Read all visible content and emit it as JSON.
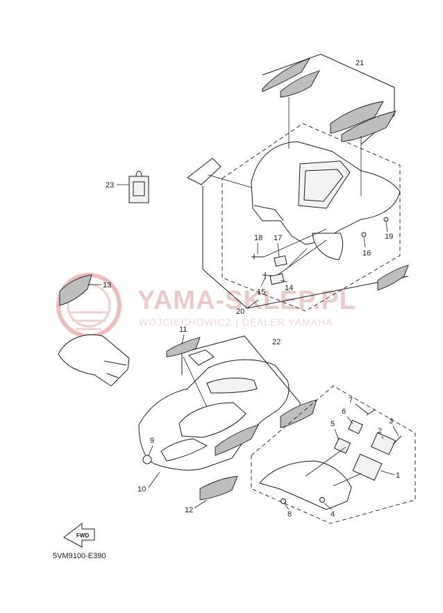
{
  "diagram": {
    "code": "5VM9100-E390",
    "fwd_label": "FWD",
    "callouts": {
      "p1": "1",
      "p2": "2",
      "p3": "3",
      "p4": "4",
      "p5": "5",
      "p6": "6",
      "p7": "7",
      "p8": "8",
      "p9": "9",
      "p10": "10",
      "p11": "11",
      "p12": "12",
      "p13": "13",
      "p14": "14",
      "p15": "15",
      "p16": "16",
      "p17": "17",
      "p18": "18",
      "p19": "19",
      "p20": "20",
      "p21": "21",
      "p22": "22",
      "p23": "23"
    }
  },
  "watermark": {
    "title": "YAMA-SKLEP.PL",
    "subtitle": "WOJCIECHOWICZ | DEALER YAMAHA",
    "color": "#d99a9a"
  }
}
